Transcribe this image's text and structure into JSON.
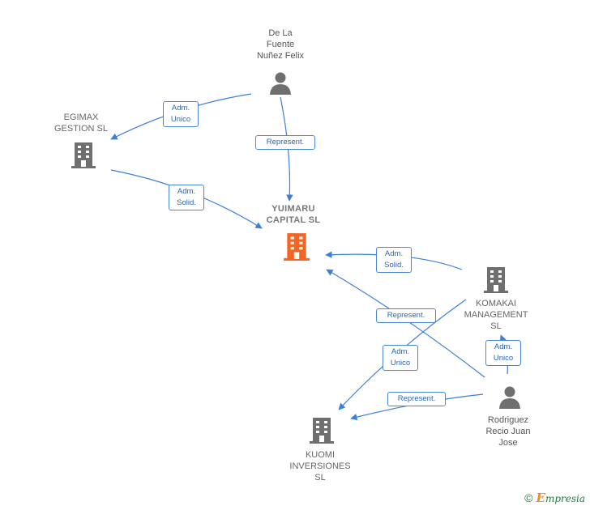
{
  "nodes": {
    "de_la_fuente": {
      "lines": [
        "De La",
        "Fuente",
        "Nuñez Felix"
      ],
      "kind": "person"
    },
    "egimax": {
      "lines": [
        "EGIMAX",
        "GESTION  SL"
      ],
      "kind": "company"
    },
    "yuimaru": {
      "lines": [
        "YUIMARU",
        "CAPITAL  SL"
      ],
      "kind": "focus-company"
    },
    "komakai": {
      "lines": [
        "KOMAKAI",
        "MANAGEMENT",
        "SL"
      ],
      "kind": "company"
    },
    "rodriguez": {
      "lines": [
        "Rodriguez",
        "Recio Juan",
        "Jose"
      ],
      "kind": "person"
    },
    "kuomi": {
      "lines": [
        "KUOMI",
        "INVERSIONES",
        "SL"
      ],
      "kind": "company"
    }
  },
  "edges": {
    "delafuente_egimax": {
      "lines": [
        "Adm.",
        "Unico"
      ]
    },
    "delafuente_yuimaru": {
      "lines": [
        "Represent."
      ]
    },
    "egimax_yuimaru": {
      "lines": [
        "Adm.",
        "Solid."
      ]
    },
    "komakai_yuimaru": {
      "lines": [
        "Adm.",
        "Solid."
      ]
    },
    "rodriguez_yuimaru": {
      "lines": [
        "Represent."
      ]
    },
    "komakai_kuomi": {
      "lines": [
        "Adm.",
        "Unico"
      ]
    },
    "rodriguez_komakai": {
      "lines": [
        "Adm.",
        "Unico"
      ]
    },
    "rodriguez_kuomi": {
      "lines": [
        "Represent."
      ]
    }
  },
  "colors": {
    "edge": "#3c7fd9",
    "icon_gray": "#6f6f6f",
    "icon_focus": "#f26522"
  },
  "footer": {
    "copyright": "©",
    "brand_first": "E",
    "brand_rest": "mpresia"
  }
}
